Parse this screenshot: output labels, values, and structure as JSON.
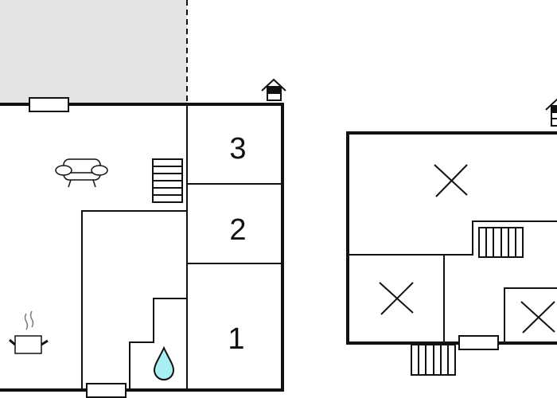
{
  "plans": [
    {
      "rooms": [
        {
          "label": "3"
        },
        {
          "label": "2"
        },
        {
          "label": "1"
        }
      ],
      "icons": [
        "north-house-icon",
        "window-icon",
        "sofa-icon",
        "stairs-icon",
        "cooking-pot-icon",
        "water-drop-icon"
      ]
    },
    {
      "icons": [
        "north-house-icon",
        "bedroom-cross-icon",
        "stairs-icon",
        "window-icon"
      ]
    }
  ],
  "colors": {
    "outside_area": "#e3e3e3",
    "wall": "#111111",
    "water": "#a8eef2"
  }
}
